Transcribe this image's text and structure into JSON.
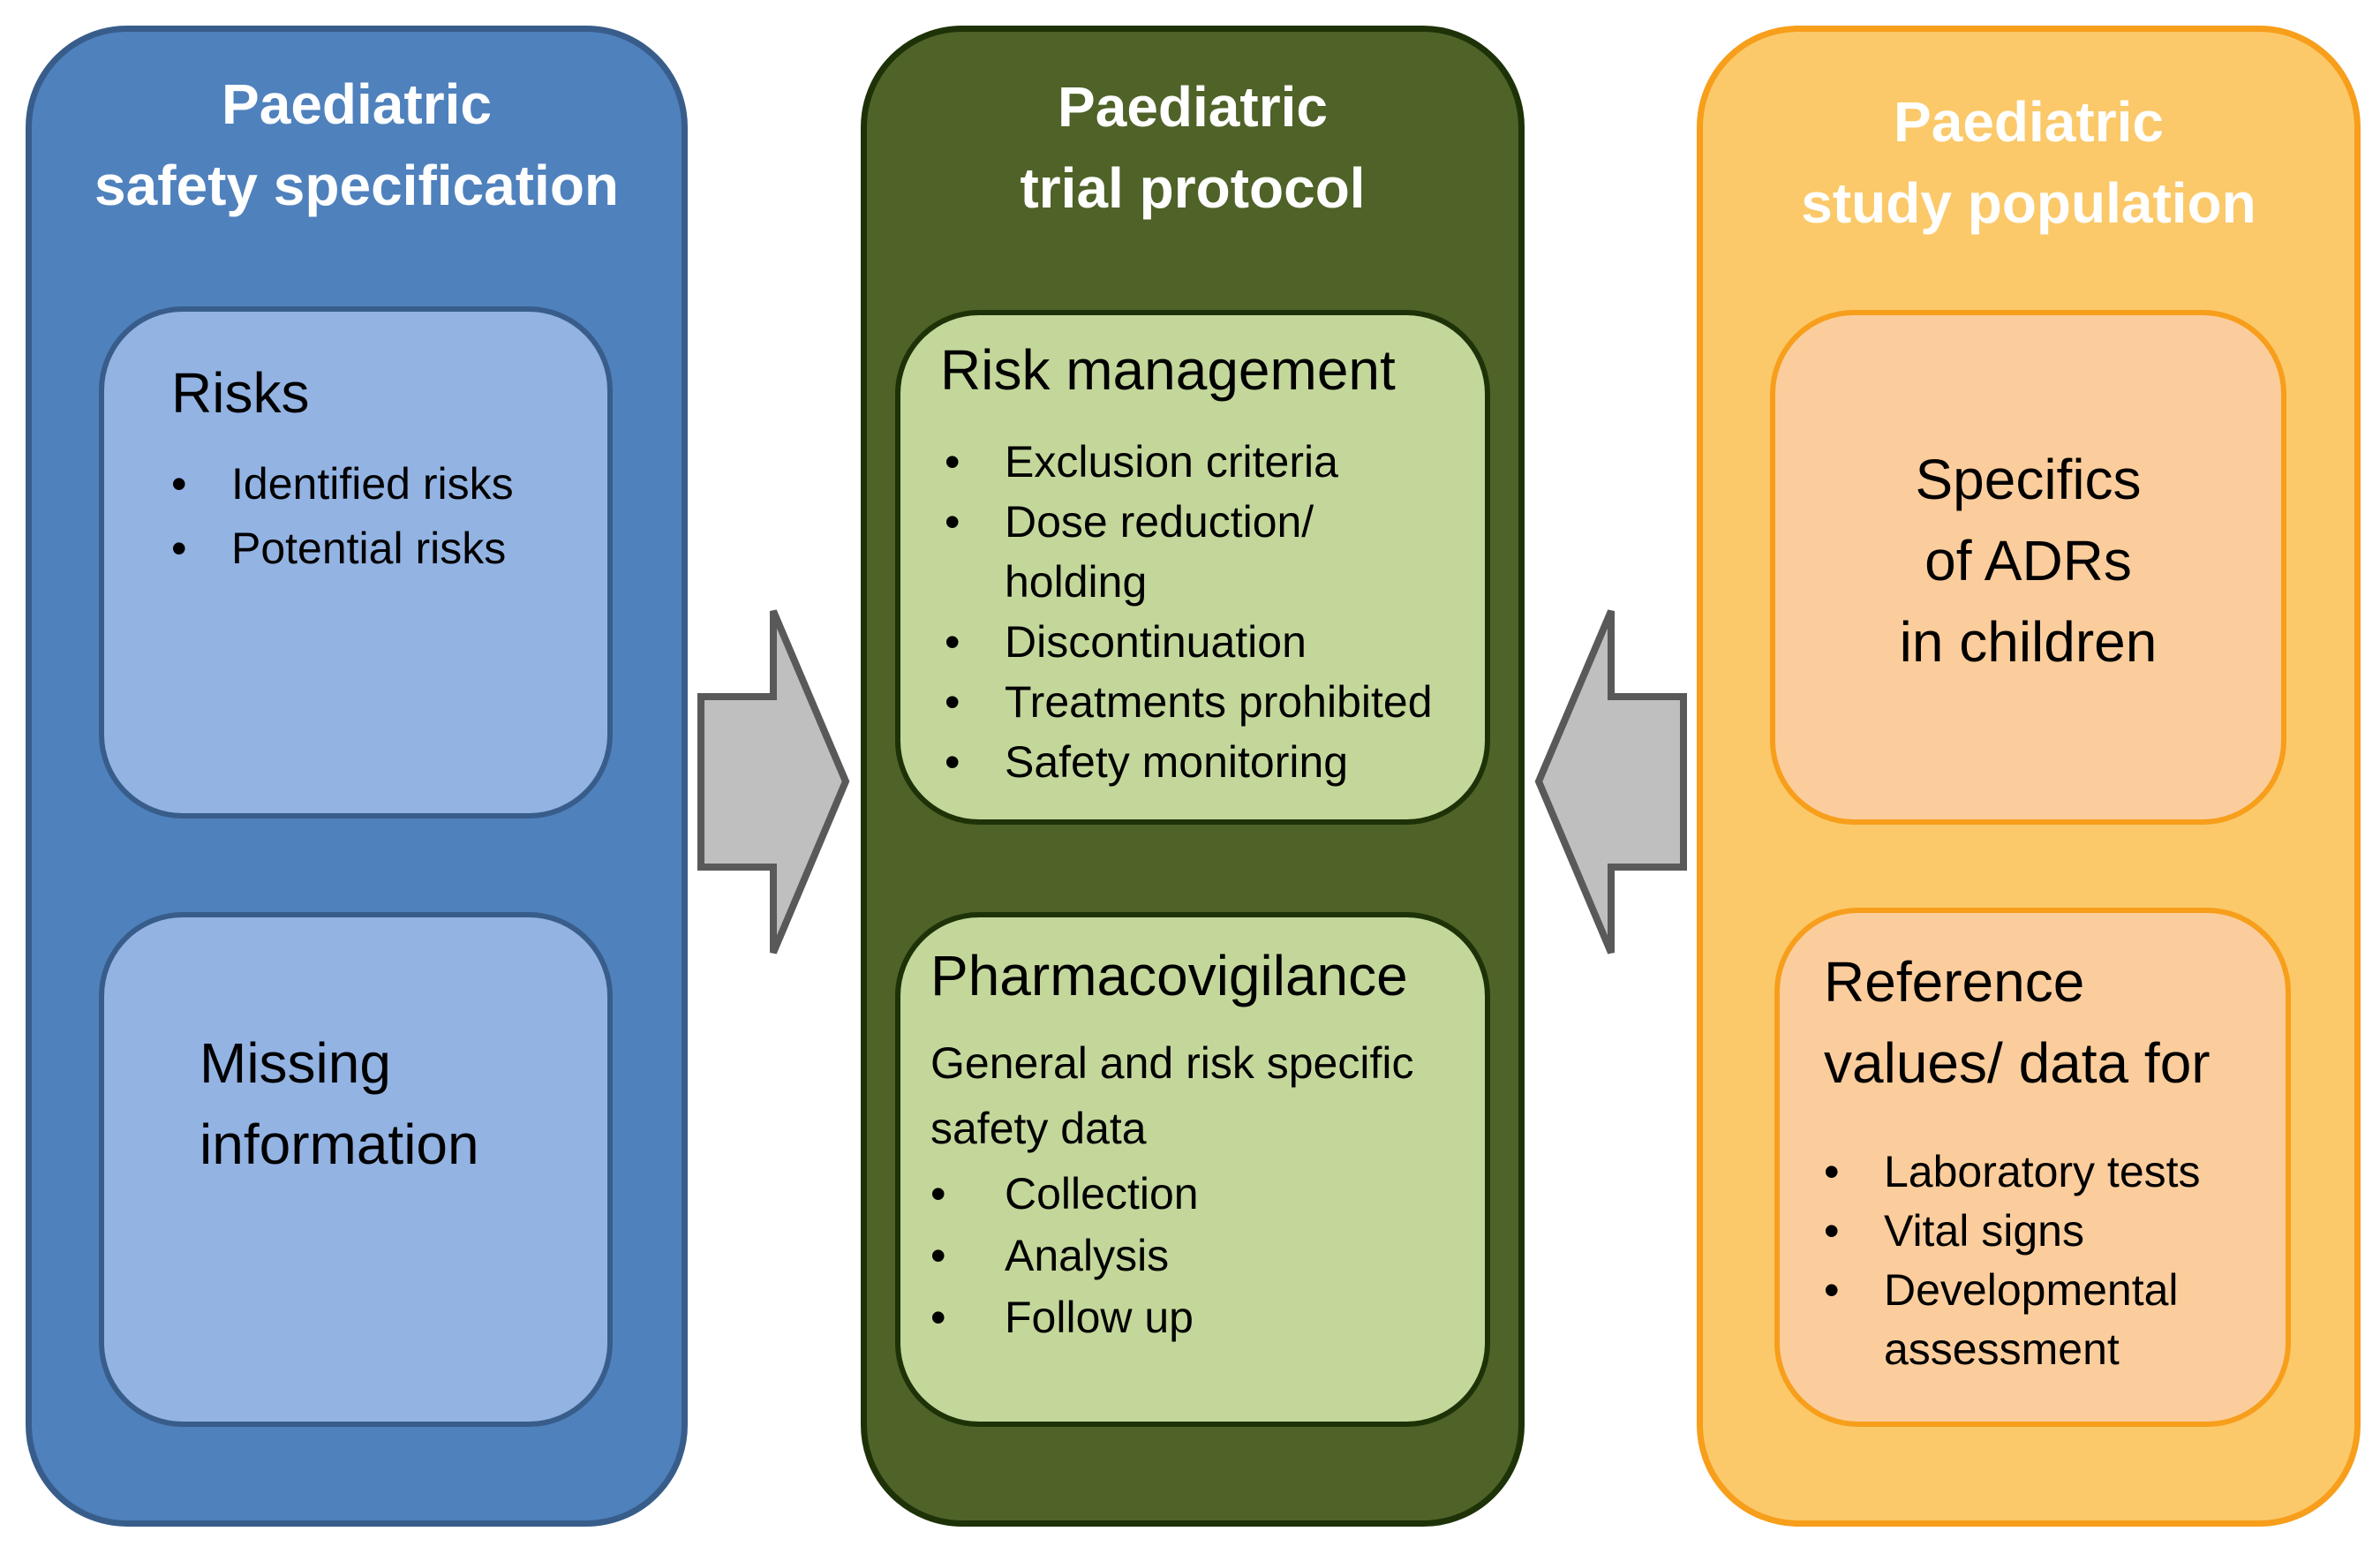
{
  "columns": {
    "safety_spec": {
      "title": "Paediatric\nsafety specification",
      "risks": {
        "heading": "Risks",
        "items": [
          "Identified risks",
          "Potential risks"
        ]
      },
      "missing": {
        "heading": "Missing\ninformation"
      }
    },
    "trial_protocol": {
      "title": "Paediatric\ntrial protocol",
      "risk_management": {
        "heading": "Risk management",
        "items": [
          "Exclusion criteria",
          "Dose reduction/\nholding",
          "Discontinuation",
          "Treatments prohibited",
          "Safety monitoring"
        ]
      },
      "pharmacovigilance": {
        "heading": "Pharmacovigilance",
        "intro": "General and risk specific\nsafety data",
        "items": [
          "Collection",
          "Analysis",
          "Follow up"
        ]
      }
    },
    "study_population": {
      "title": "Paediatric\nstudy population",
      "specifics": {
        "text": "Specifics\nof ADRs\nin children"
      },
      "reference": {
        "heading": "Reference\nvalues/ data for",
        "items": [
          "Laboratory tests",
          "Vital signs",
          "Developmental\nassessment"
        ]
      }
    }
  },
  "bullet_char": "•",
  "colors": {
    "blue_column": "#4f81bd",
    "blue_box": "#93b3e3",
    "green_column": "#4f6228",
    "green_box": "#c4d79b",
    "orange_column": "#fbc96a",
    "orange_box": "#fccd9c",
    "arrow_fill": "#bfbfbf",
    "arrow_stroke": "#595959"
  },
  "arrows": [
    {
      "name": "arrow-safety-to-protocol",
      "direction": "right"
    },
    {
      "name": "arrow-population-to-protocol",
      "direction": "left"
    }
  ]
}
